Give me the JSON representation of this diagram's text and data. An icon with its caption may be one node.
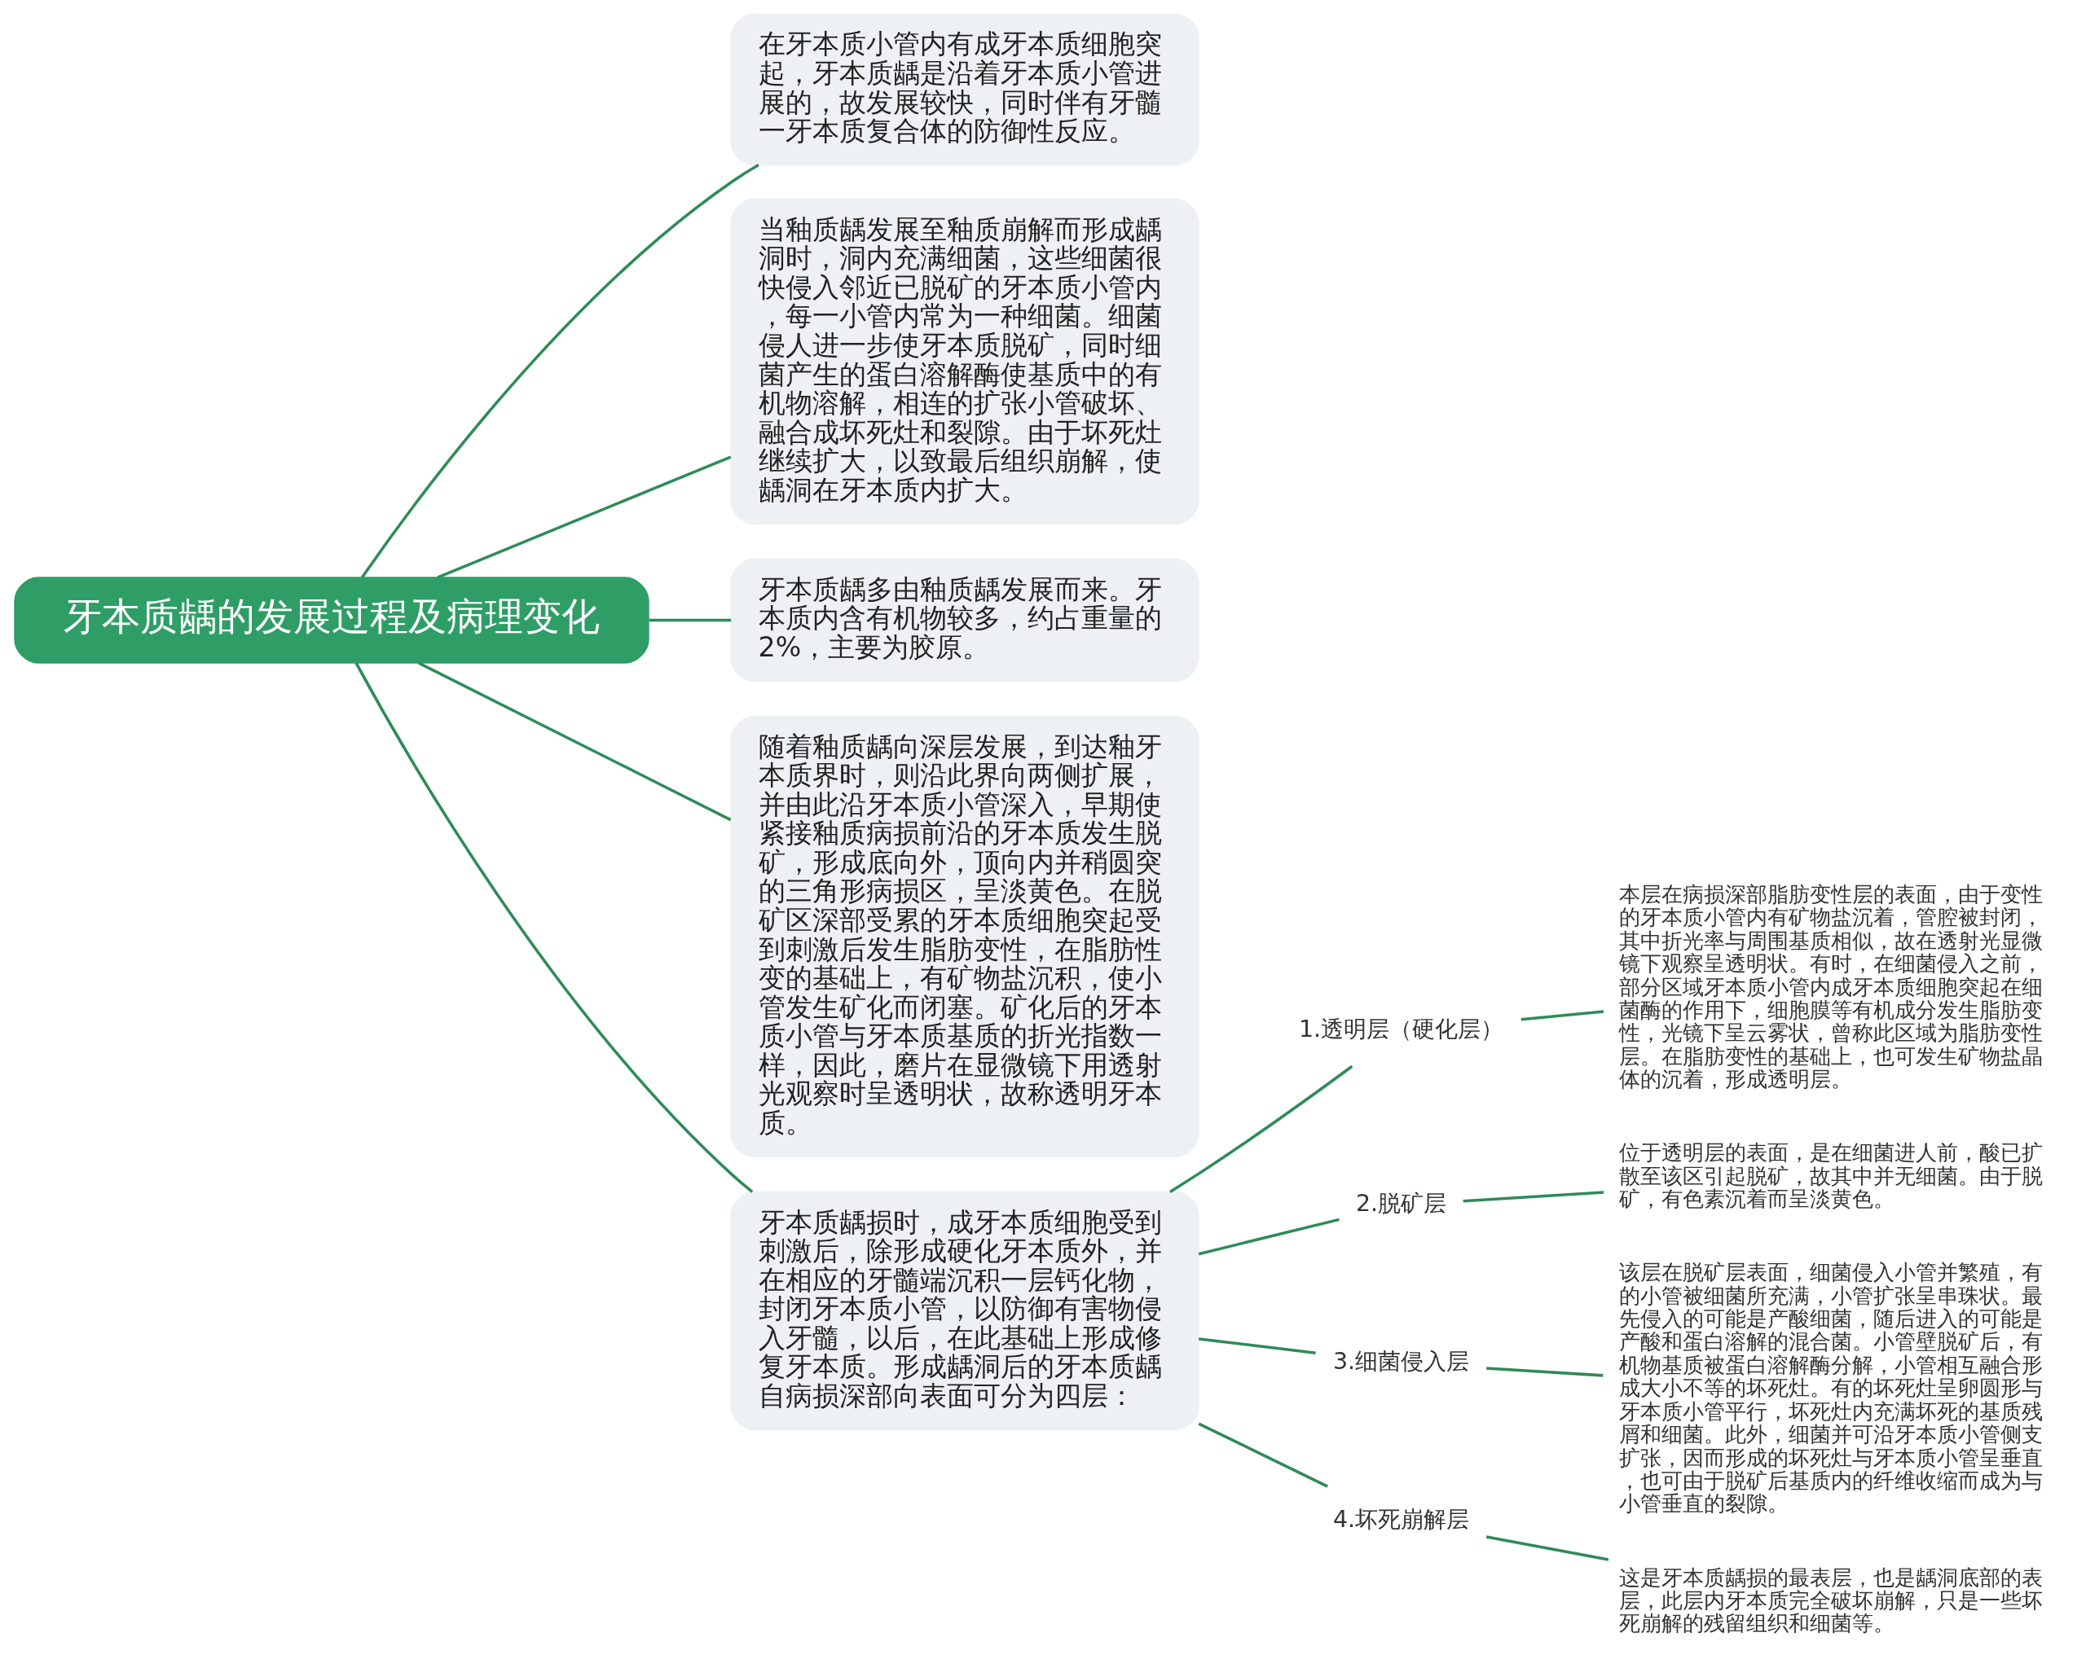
{
  "diagram": {
    "nodes": [
      {
        "text": [
          "牙本质龋的发展过程及病理变化"
        ]
      },
      {
        "text": [
          "在牙本质小管内有成牙本质细胞突起，牙本质龋是沿着牙本质小管进展的，故发展较快，同时伴有牙髓一牙本质复合体的防御性反应。"
        ]
      },
      {
        "text": [
          "当釉质龋发展至釉质崩解而形成龋洞时，洞内充满细菌，这些细菌很快侵入邻近已脱矿的牙本质小管内，每一小管内常为一种细菌。细菌侵人进一步使牙本质脱矿，同时细菌产生的蛋白溶解酶使基质中的有机物溶解，相连的扩张小管破坏、融合成坏死灶和裂隙。由于坏死灶继续扩大，以致最后组织崩解，使龋洞在牙本质内扩大。"
        ]
      },
      {
        "text": [
          "牙本质龋多由釉质龋发展而来。牙本质内含有机物较多，约占重量的2%，主要为胶原。"
        ]
      },
      {
        "text": [
          "随着釉质龋向深层发展，到达釉牙本质界时，则沿此界向两侧扩展，并由此沿牙本质小管深入，早期使紧接釉质病损前沿的牙本质发生脱矿，形成底向外，顶向内并稍圆突的三角形病损区，呈淡黄色。在脱矿区深部受累的牙本质细胞突起受到刺激后发生脂肪变性，在脂肪性变的基础上，有矿物盐沉积，使小管发生矿化而闭塞。矿化后的牙本质小管与牙本质基质的折光指数一样，因此，磨片在显微镜下用透射光观察时呈透明状，故称透明牙本质。"
        ]
      },
      {
        "text": [
          "牙本质龋损时，成牙本质细胞受到刺激后，除形成硬化牙本质外，并在相应的牙髓端沉积一层钙化物，封闭牙本质小管，以防御有害物侵入牙髓，以后，在此基础上形成修复牙本质。形成龋洞后的牙本质龋自病损深部向表面可分为四层："
        ]
      },
      {
        "text": [
          "1.透明层（硬化层）"
        ]
      },
      {
        "text": [
          "本层在病损深部脂肪变性层的表面，由于变性的牙本质小管内有矿物盐沉着，管腔被封闭，其中折光率与周围基质相似，故在透射光显微镜下观察呈透明状。有时，在细菌侵入之前，部分区域牙本质小管内成牙本质细胞突起在细菌酶的作用下，细胞膜等有机成分发生脂肪变性，光镜下呈云雾状，曾称此区域为脂肪变性层。在脂肪变性的基础上，也可发生矿物盐晶体的沉着，形成透明层。"
        ]
      },
      {
        "text": [
          "2.脱矿层"
        ]
      },
      {
        "text": [
          "位于透明层的表面，是在细菌进人前，酸已扩散至该区引起脱矿，故其中并无细菌。由于脱矿，有色素沉着而呈淡黄色。"
        ]
      },
      {
        "text": [
          "3.细菌侵入层"
        ]
      },
      {
        "text": [
          "该层在脱矿层表面，细菌侵入小管并繁殖，有的小管被细菌所充满，小管扩张呈串珠状。最先侵入的可能是产酸细菌，随后进入的可能是产酸和蛋白溶解的混合菌。小管壁脱矿后，有机物基质被蛋白溶解酶分解，小管相互融合形成大小不等的坏死灶。有的坏死灶呈卵圆形与牙本质小管平行，坏死灶内充满坏死的基质残屑和细菌。此外，细菌并可沿牙本质小管侧支扩张，因而形成的坏死灶与牙本质小管呈垂直，也可由于脱矿后基质内的纤维收缩而成为与小管垂直的裂隙。"
        ]
      },
      {
        "text": [
          "4.坏死崩解层"
        ]
      },
      {
        "text": [
          "这是牙本质龋损的最表层，也是龋洞底部的表层，此层内牙本质完全破坏崩解，只是一些坏死崩解的残留组织和细菌等。"
        ]
      }
    ],
    "edges": [
      {
        "from": 0,
        "to": 1,
        "arrow": "none"
      },
      {
        "from": 0,
        "to": 2,
        "arrow": "none"
      },
      {
        "from": 0,
        "to": 3,
        "arrow": "none"
      },
      {
        "from": 0,
        "to": 4,
        "arrow": "none"
      },
      {
        "from": 0,
        "to": 5,
        "arrow": "none"
      },
      {
        "from": 5,
        "to": 6,
        "arrow": "none"
      },
      {
        "from": 5,
        "to": 8,
        "arrow": "none"
      },
      {
        "from": 5,
        "to": 10,
        "arrow": "none"
      },
      {
        "from": 5,
        "to": 12,
        "arrow": "none"
      },
      {
        "from": 6,
        "to": 7,
        "arrow": "none"
      },
      {
        "from": 8,
        "to": 9,
        "arrow": "none"
      },
      {
        "from": 10,
        "to": 11,
        "arrow": "none"
      },
      {
        "from": 12,
        "to": 13,
        "arrow": "none"
      }
    ]
  }
}
